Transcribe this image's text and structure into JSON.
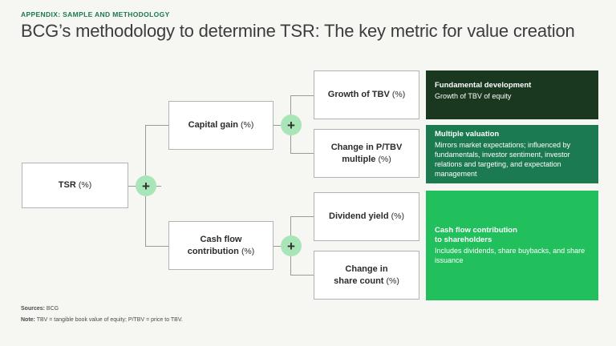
{
  "header": {
    "eyebrow": "APPENDIX: SAMPLE AND METHODOLOGY",
    "title": "BCG’s methodology to determine TSR: The key metric for value creation"
  },
  "colors": {
    "background": "#f6f6f3",
    "accent_green": "#1a7a4e",
    "panel_dark": "#19381f",
    "panel_mid": "#1c7a51",
    "panel_bright": "#22bf5d",
    "plus_bubble": "#a8e6b8",
    "box_border": "#b3b3b3",
    "line": "#9a9a9a"
  },
  "diagram": {
    "root": {
      "label": "TSR",
      "unit": "(%)"
    },
    "operators": [
      {
        "name": "operator-root",
        "symbol": "+"
      },
      {
        "name": "operator-capital-gain",
        "symbol": "+"
      },
      {
        "name": "operator-cash-flow",
        "symbol": "+"
      }
    ],
    "level2": [
      {
        "label": "Capital gain",
        "unit": "(%)"
      },
      {
        "label": "Cash flow\ncontribution",
        "unit": "(%)"
      }
    ],
    "level3": [
      {
        "label": "Growth of TBV",
        "unit": "(%)"
      },
      {
        "label": "Change in P/TBV\nmultiple",
        "unit": "(%)"
      },
      {
        "label": "Dividend yield",
        "unit": "(%)"
      },
      {
        "label": "Change in\nshare count",
        "unit": "(%)"
      }
    ]
  },
  "panels": [
    {
      "heading": "Fundamental development",
      "body": "Growth of TBV of equity",
      "color": "#19381f"
    },
    {
      "heading": "Multiple valuation",
      "body": "Mirrors market expectations; influenced by fundamentals, investor sentiment, investor relations and targeting, and expectation management",
      "color": "#1c7a51"
    },
    {
      "heading": "Cash flow contribution\nto shareholders",
      "body": "Includes dividends, share buybacks, and share issuance",
      "color": "#22bf5d"
    }
  ],
  "footnotes": {
    "sources_label": "Sources:",
    "sources_value": " BCG",
    "note_label": "Note:",
    "note_value": " TBV = tangible book value of equity; P/TBV = price to TBV."
  }
}
